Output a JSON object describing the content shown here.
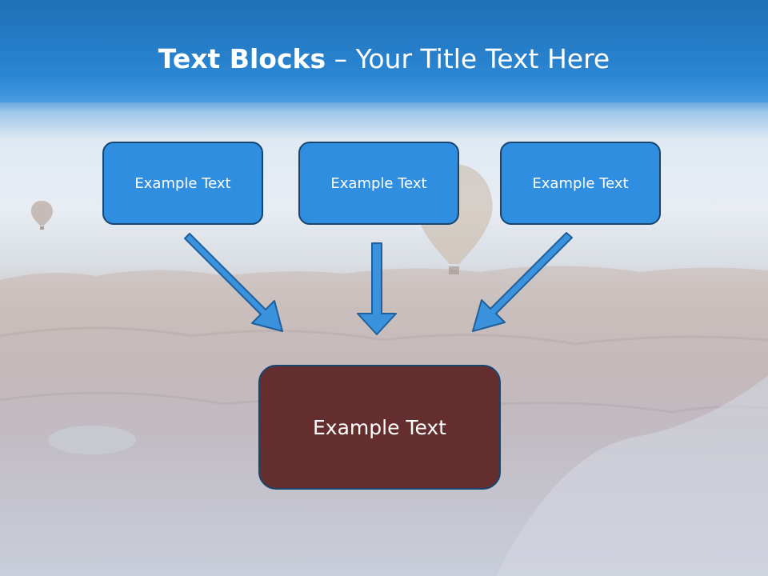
{
  "title": {
    "bold": "Text Blocks",
    "separator": " – ",
    "rest": "Your Title Text Here"
  },
  "blocks": [
    {
      "label": "Example Text"
    },
    {
      "label": "Example Text"
    },
    {
      "label": "Example Text"
    }
  ],
  "target": {
    "label": "Example Text"
  },
  "colors": {
    "header": "#2b86d3",
    "box_fill": "#2f8ee0",
    "box_border": "#17456f",
    "target_fill": "#652e2e",
    "arrow_fill": "#3a92dd",
    "arrow_stroke": "#1f5f9c"
  }
}
